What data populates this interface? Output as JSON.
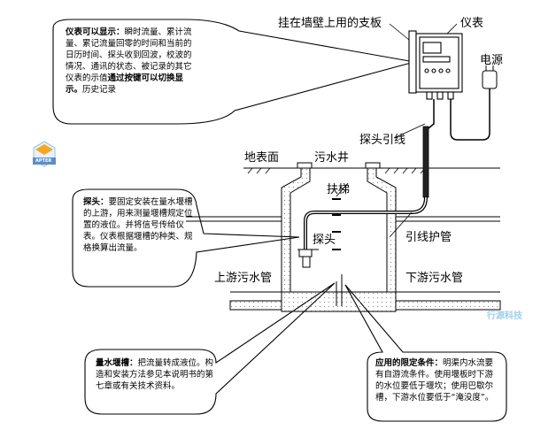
{
  "labels": {
    "bracket": "挂在墙壁上用的支板",
    "meter": "仪表",
    "power": "电源",
    "probe_cable": "探头引线",
    "ground": "地表面",
    "well": "污水井",
    "ladder": "扶梯",
    "probe": "探头",
    "cable_pipe": "引线护管",
    "upstream": "上游污水管",
    "downstream": "下游污水管"
  },
  "notes": {
    "meter": {
      "title": "仪表可以显示：",
      "body": "瞬时流量、累计流量、累记流量回零的时间和当前的日历时间、探头收到回波，校波的情况、通讯的状态、被记录的其它仪表的示值",
      "bold": "通过按键可以切换显示。",
      "tail": "历史记录"
    },
    "probe": {
      "title": "探头：",
      "body": "要固定安装在量水堰槽的上游，用来测量堰槽规定位置的液位。并将信号传给仪表。仪表根据堰槽的种类、规格换算出流量。"
    },
    "weir": {
      "title": "量水堰槽：",
      "body": "把流量转成液位。构造和安装方法参见本说明书的第七章或有关技术资料。"
    },
    "conditions": {
      "title": "应用的限定条件：",
      "body": "明渠内水流要有自游流条件。使用堰板时下游的水位要低于堰坎；使用巴歇尔槽，下游水位要低于“淹没度”。"
    }
  },
  "logo": {
    "text": "APTER"
  },
  "watermark": "行源科技"
}
